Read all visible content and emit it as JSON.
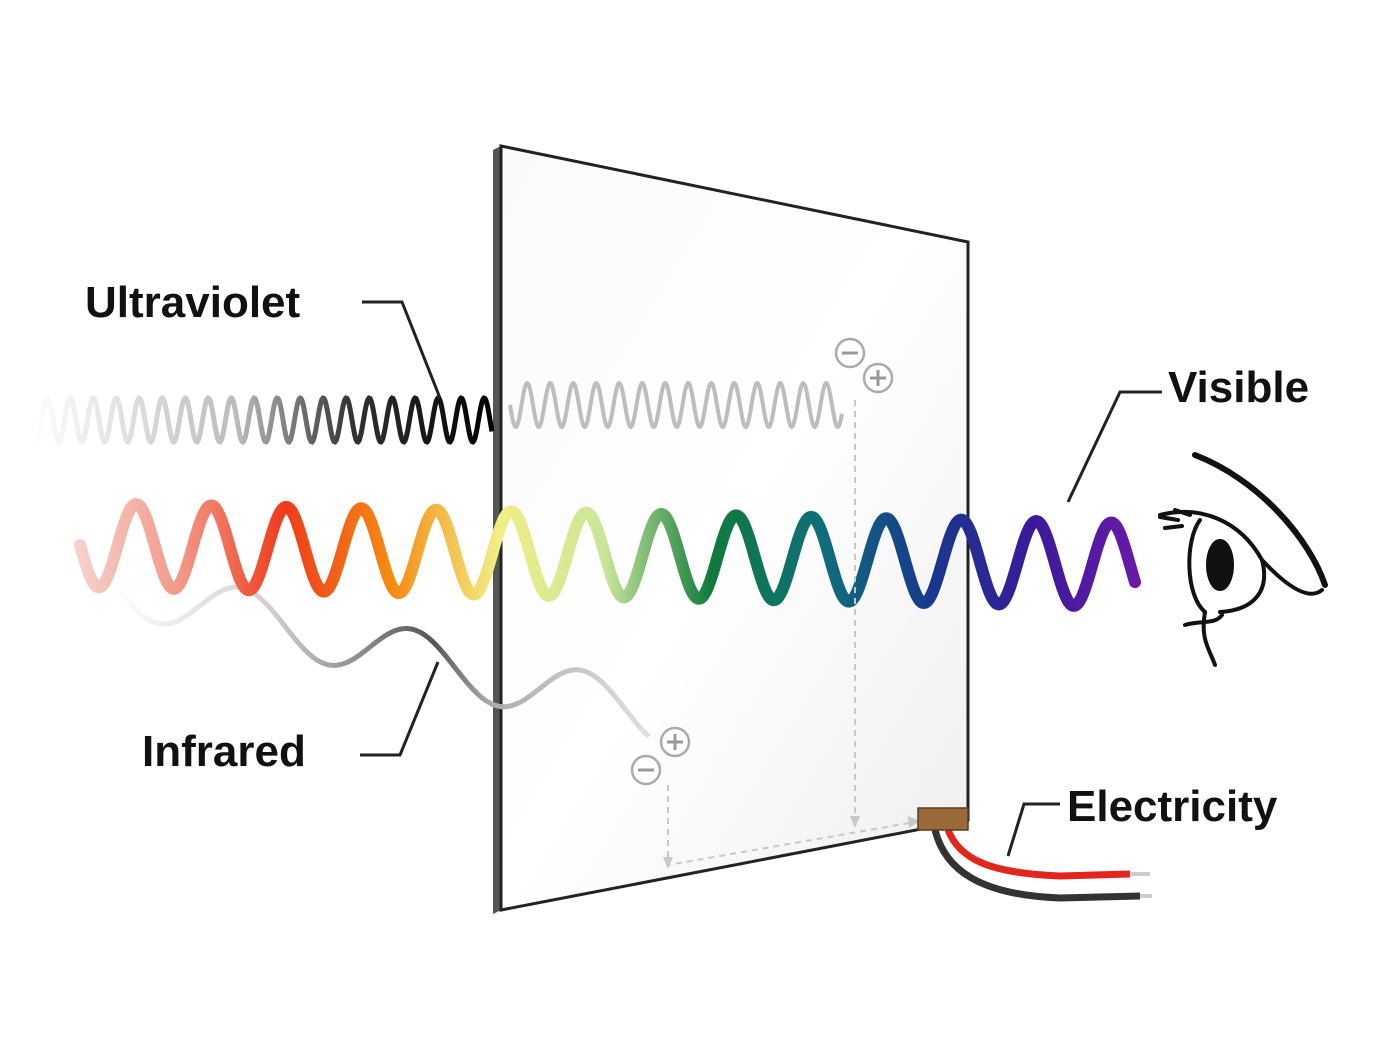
{
  "labels": {
    "ultraviolet": "Ultraviolet",
    "visible": "Visible",
    "infrared": "Infrared",
    "electricity": "Electricity"
  },
  "charges": {
    "plus": "+",
    "minus": "−"
  },
  "colors": {
    "visible_spectrum": [
      "#f6d6d0",
      "#f29a8a",
      "#ef3b1c",
      "#f58a12",
      "#f2ee86",
      "#c9e69a",
      "#0f7a3c",
      "#0f6f7a",
      "#173a8c",
      "#3a1a9a",
      "#6a1aa8"
    ],
    "ultraviolet_pass": "#bdbdbd",
    "connector": "#9a6a3a",
    "wire_red": "#e2261c",
    "wire_black": "#333333"
  }
}
